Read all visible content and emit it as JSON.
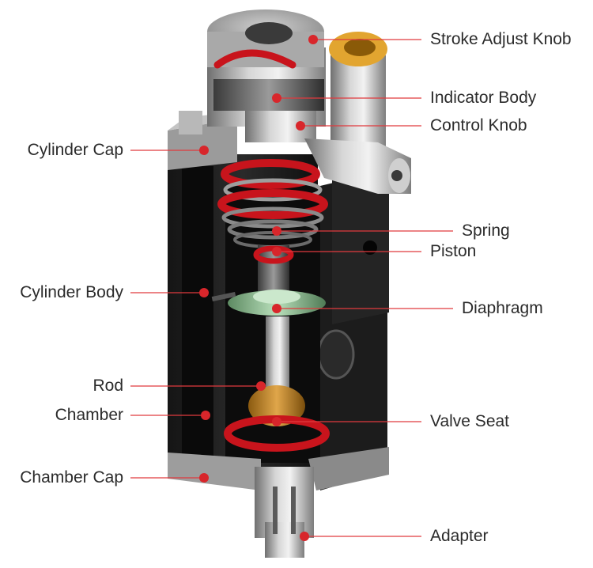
{
  "colors": {
    "callout_red": "#d8262b",
    "leader_red": "#e03a3e",
    "label_text": "#2b2b2b"
  },
  "labels": {
    "stroke_adjust_knob": "Stroke Adjust Knob",
    "indicator_body": "Indicator Body",
    "control_knob": "Control Knob",
    "cylinder_cap": "Cylinder Cap",
    "spring": "Spring",
    "piston": "Piston",
    "cylinder_body": "Cylinder Body",
    "diaphragm": "Diaphragm",
    "rod": "Rod",
    "chamber": "Chamber",
    "valve_seat": "Valve Seat",
    "chamber_cap": "Chamber Cap",
    "adapter": "Adapter"
  },
  "icons": {
    "part_marker": "red-dot"
  }
}
